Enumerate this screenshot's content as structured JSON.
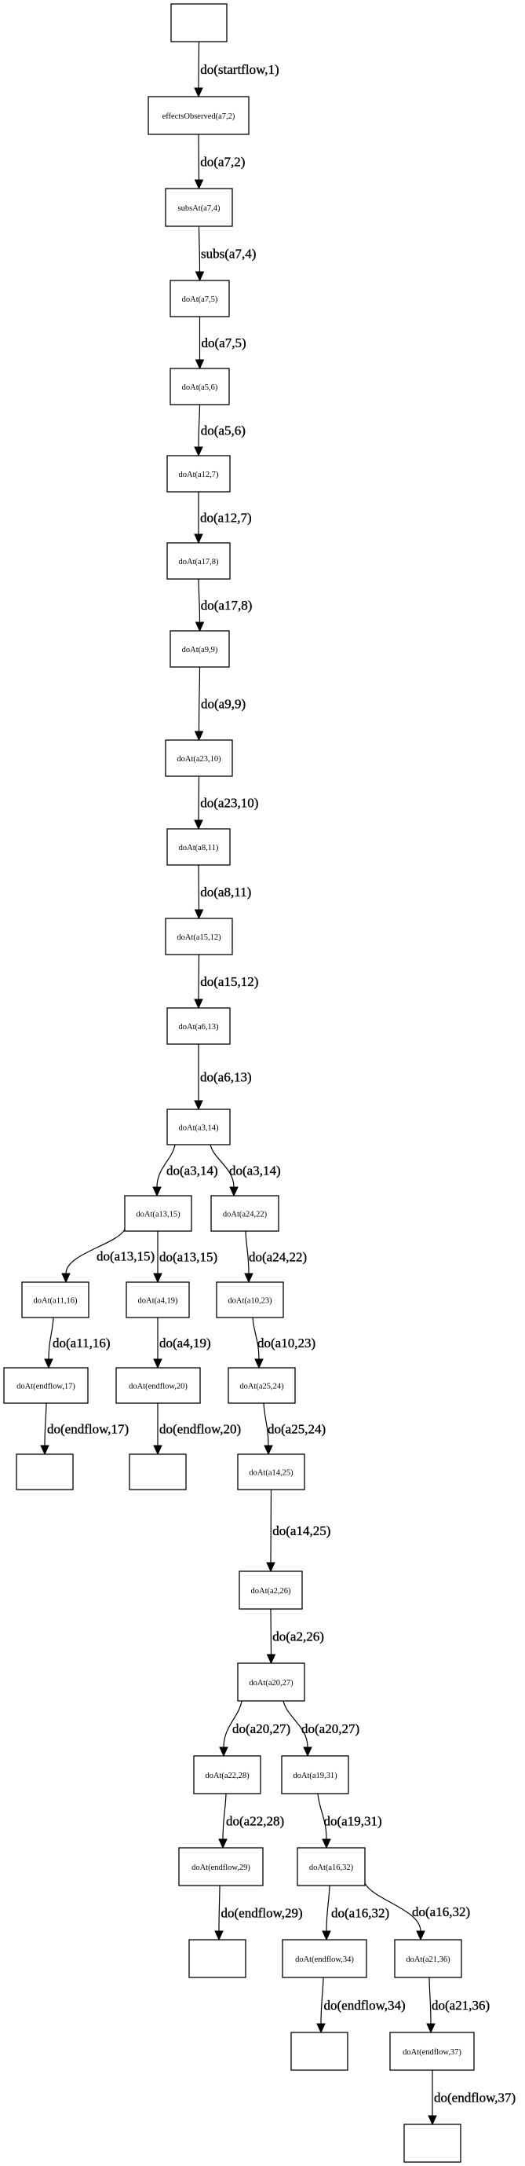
{
  "nodes": [
    {
      "label": ""
    },
    {
      "label": "effectsObserved(a7,2)"
    },
    {
      "label": "subsAt(a7,4)"
    },
    {
      "label": "doAt(a7,5)"
    },
    {
      "label": "doAt(a5,6)"
    },
    {
      "label": "doAt(a12,7)"
    },
    {
      "label": "doAt(a17,8)"
    },
    {
      "label": "doAt(a9,9)"
    },
    {
      "label": "doAt(a23,10)"
    },
    {
      "label": "doAt(a8,11)"
    },
    {
      "label": "doAt(a15,12)"
    },
    {
      "label": "doAt(a6,13)"
    },
    {
      "label": "doAt(a3,14)"
    },
    {
      "label": "doAt(a13,15)"
    },
    {
      "label": "doAt(a24,22)"
    },
    {
      "label": "doAt(a11,16)"
    },
    {
      "label": "doAt(a4,19)"
    },
    {
      "label": "doAt(a10,23)"
    },
    {
      "label": "doAt(endflow,17)"
    },
    {
      "label": "doAt(endflow,20)"
    },
    {
      "label": "doAt(a25,24)"
    },
    {
      "label": ""
    },
    {
      "label": ""
    },
    {
      "label": "doAt(a14,25)"
    },
    {
      "label": "doAt(a2,26)"
    },
    {
      "label": "doAt(a20,27)"
    },
    {
      "label": "doAt(a22,28)"
    },
    {
      "label": "doAt(a19,31)"
    },
    {
      "label": "doAt(endflow,29)"
    },
    {
      "label": "doAt(a16,32)"
    },
    {
      "label": ""
    },
    {
      "label": "doAt(endflow,34)"
    },
    {
      "label": "doAt(a21,36)"
    },
    {
      "label": ""
    },
    {
      "label": "doAt(endflow,37)"
    },
    {
      "label": ""
    }
  ],
  "edges": [
    {
      "from": 0,
      "to": 1,
      "label": "do(startflow,1)"
    },
    {
      "from": 1,
      "to": 2,
      "label": "do(a7,2)"
    },
    {
      "from": 2,
      "to": 3,
      "label": "subs(a7,4)"
    },
    {
      "from": 3,
      "to": 4,
      "label": "do(a7,5)"
    },
    {
      "from": 4,
      "to": 5,
      "label": "do(a5,6)"
    },
    {
      "from": 5,
      "to": 6,
      "label": "do(a12,7)"
    },
    {
      "from": 6,
      "to": 7,
      "label": "do(a17,8)"
    },
    {
      "from": 7,
      "to": 8,
      "label": "do(a9,9)"
    },
    {
      "from": 8,
      "to": 9,
      "label": "do(a23,10)"
    },
    {
      "from": 9,
      "to": 10,
      "label": "do(a8,11)"
    },
    {
      "from": 10,
      "to": 11,
      "label": "do(a15,12)"
    },
    {
      "from": 11,
      "to": 12,
      "label": "do(a6,13)"
    },
    {
      "from": 12,
      "to": 13,
      "label": "do(a3,14)"
    },
    {
      "from": 12,
      "to": 14,
      "label": "do(a3,14)"
    },
    {
      "from": 13,
      "to": 15,
      "label": "do(a13,15)"
    },
    {
      "from": 13,
      "to": 16,
      "label": "do(a13,15)"
    },
    {
      "from": 14,
      "to": 17,
      "label": "do(a24,22)"
    },
    {
      "from": 15,
      "to": 18,
      "label": "do(a11,16)"
    },
    {
      "from": 16,
      "to": 19,
      "label": "do(a4,19)"
    },
    {
      "from": 17,
      "to": 20,
      "label": "do(a10,23)"
    },
    {
      "from": 18,
      "to": 21,
      "label": "do(endflow,17)"
    },
    {
      "from": 19,
      "to": 22,
      "label": "do(endflow,20)"
    },
    {
      "from": 20,
      "to": 23,
      "label": "do(a25,24)"
    },
    {
      "from": 23,
      "to": 24,
      "label": "do(a14,25)"
    },
    {
      "from": 24,
      "to": 25,
      "label": "do(a2,26)"
    },
    {
      "from": 25,
      "to": 26,
      "label": "do(a20,27)"
    },
    {
      "from": 25,
      "to": 27,
      "label": "do(a20,27)"
    },
    {
      "from": 26,
      "to": 28,
      "label": "do(a22,28)"
    },
    {
      "from": 27,
      "to": 29,
      "label": "do(a19,31)"
    },
    {
      "from": 28,
      "to": 30,
      "label": "do(endflow,29)"
    },
    {
      "from": 29,
      "to": 31,
      "label": "do(a16,32)"
    },
    {
      "from": 29,
      "to": 32,
      "label": "do(a16,32)"
    },
    {
      "from": 31,
      "to": 33,
      "label": "do(endflow,34)"
    },
    {
      "from": 32,
      "to": 34,
      "label": "do(a21,36)"
    },
    {
      "from": 34,
      "to": 35,
      "label": "do(endflow,37)"
    }
  ]
}
